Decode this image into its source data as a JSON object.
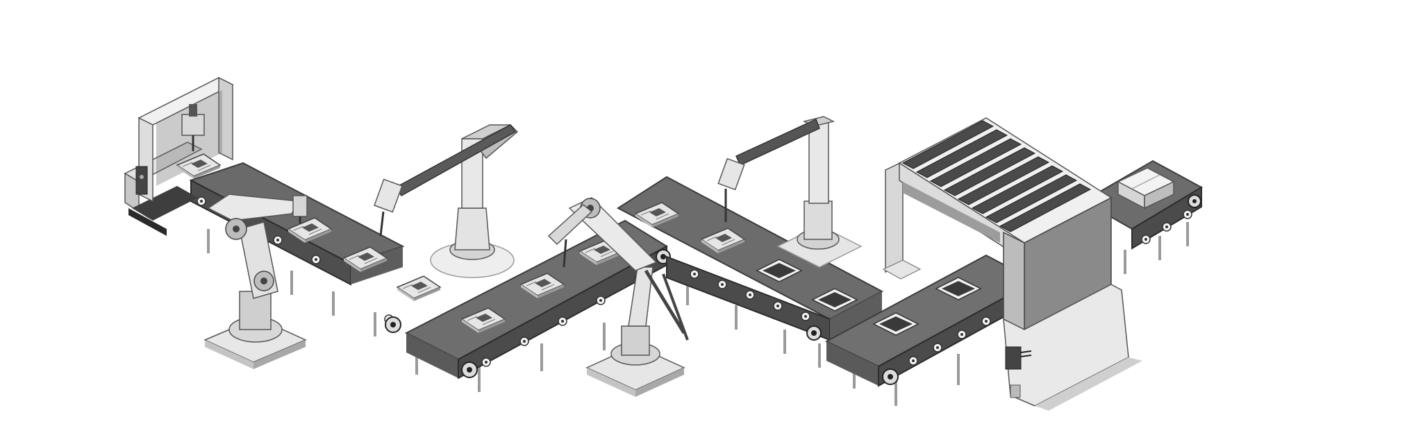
{
  "scene": {
    "palette": {
      "belt_dark": "#5c5c5c",
      "belt_top": "#6e6e6e",
      "frame_light": "#eeeeee",
      "frame_mid": "#cfcfcf",
      "frame_shade": "#a9a9a9",
      "metal_dark": "#3e3e3e",
      "board": "#d9d9d9",
      "chip": "#2f2f2f"
    },
    "stations": [
      {
        "id": "gantry-press",
        "icon": "gantry-machine-icon"
      },
      {
        "id": "robot-arm-1",
        "icon": "articulated-robot-arm-icon"
      },
      {
        "id": "robot-arm-2",
        "icon": "overhead-robot-arm-icon"
      },
      {
        "id": "robot-arm-3",
        "icon": "scara-robot-arm-icon"
      },
      {
        "id": "robot-arm-4",
        "icon": "overhead-robot-arm-icon"
      },
      {
        "id": "oven-tunnel",
        "icon": "heat-tunnel-icon"
      },
      {
        "id": "output-box",
        "icon": "package-box-icon"
      }
    ],
    "conveyors": 5,
    "products": {
      "circuit_boards": 8,
      "chip_squares": 5,
      "boxes": 1
    }
  }
}
